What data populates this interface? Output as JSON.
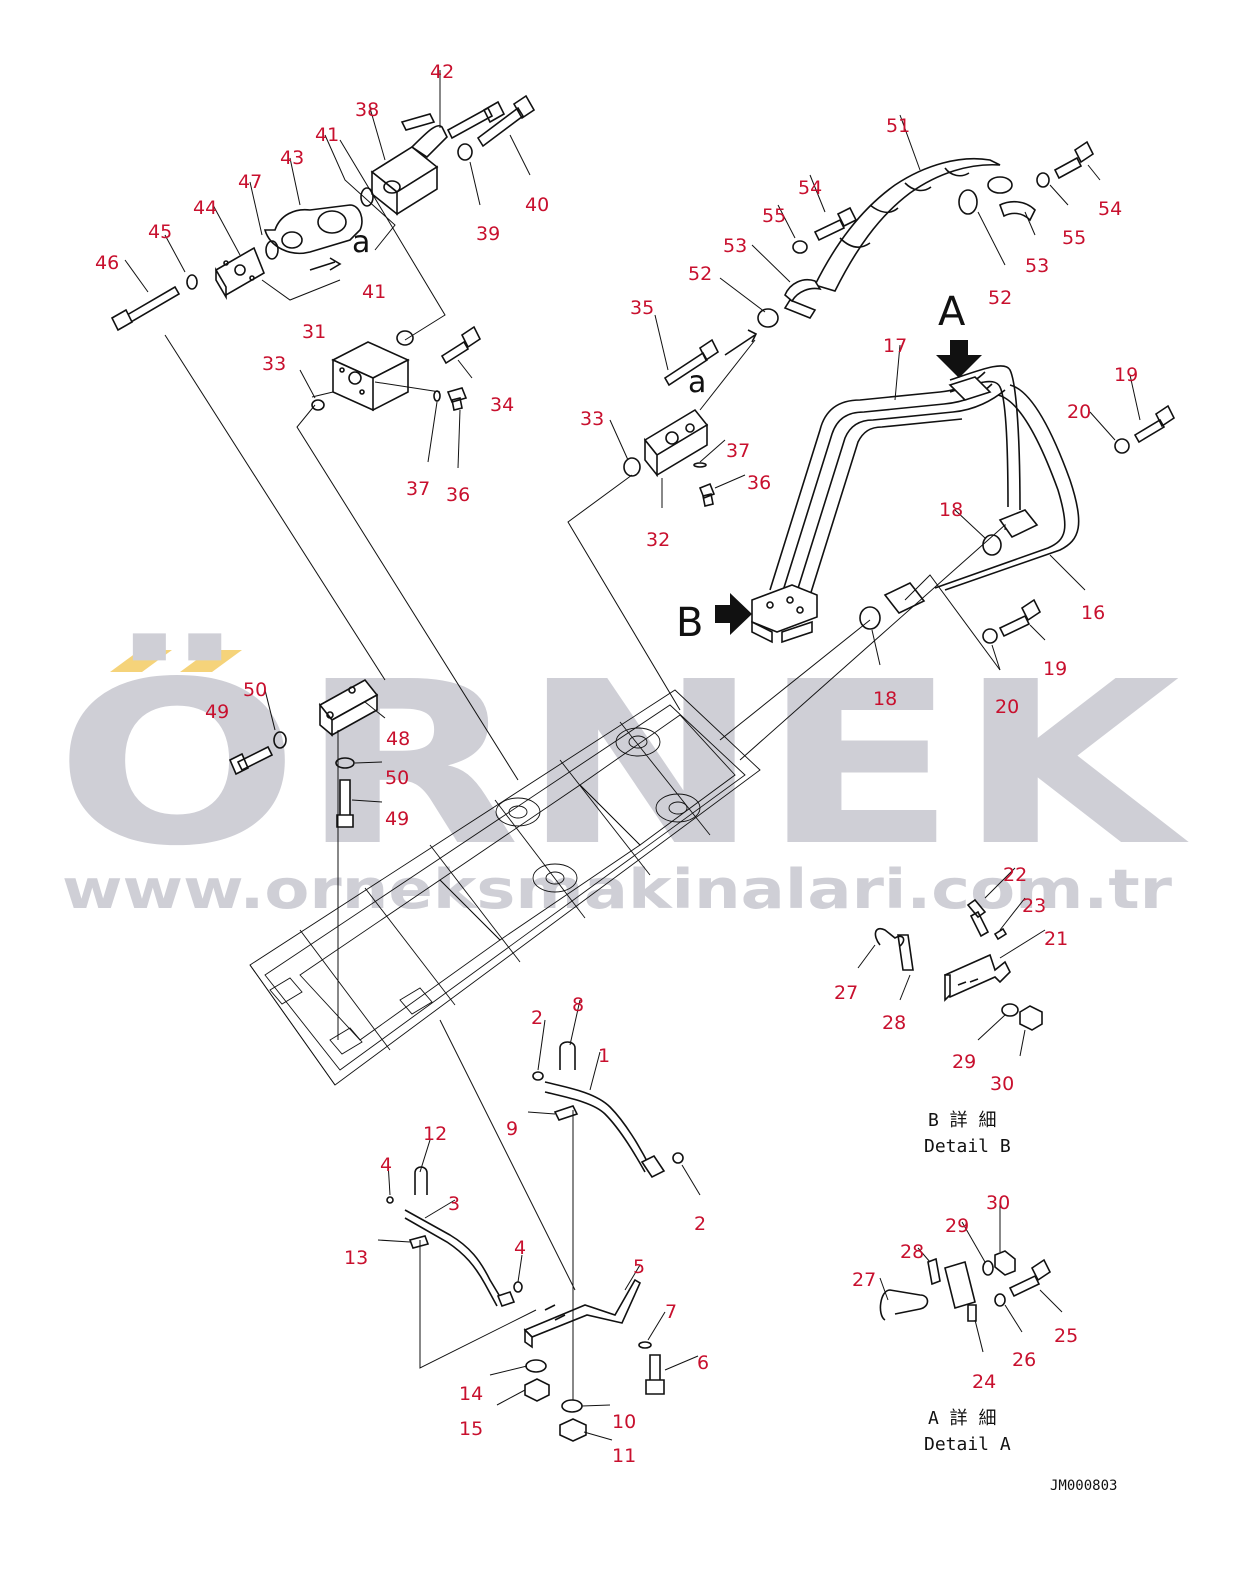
{
  "drawing_code": "JM000803",
  "view_labels": {
    "A": "A",
    "B": "B",
    "a_upper": "a",
    "a_lower": "a"
  },
  "detail_B": {
    "jp": "B 詳 細",
    "en": "Detail B"
  },
  "detail_A": {
    "jp": "A 詳 細",
    "en": "Detail A"
  },
  "watermark": {
    "brand": "ÖRNEK",
    "url": "www.orneksmakinalari.com.tr",
    "accent": "#f5d37a",
    "color": "#cfcfd6"
  },
  "callouts": [
    "42",
    "38",
    "41",
    "43",
    "47",
    "44",
    "45",
    "46",
    "40",
    "39",
    "41",
    "31",
    "33",
    "34",
    "37",
    "36",
    "51",
    "54",
    "55",
    "53",
    "55",
    "54",
    "53",
    "52",
    "52",
    "35",
    "33",
    "37",
    "36",
    "32",
    "17",
    "A",
    "19",
    "20",
    "18",
    "16",
    "19",
    "20",
    "18",
    "50",
    "49",
    "48",
    "50",
    "49",
    "22",
    "23",
    "21",
    "27",
    "28",
    "29",
    "30",
    "2",
    "8",
    "1",
    "9",
    "2",
    "12",
    "4",
    "3",
    "13",
    "4",
    "5",
    "7",
    "6",
    "14",
    "15",
    "10",
    "11",
    "30",
    "29",
    "28",
    "27",
    "25",
    "26",
    "24"
  ],
  "colors": {
    "callout": "#c8102e",
    "ink": "#111111"
  }
}
